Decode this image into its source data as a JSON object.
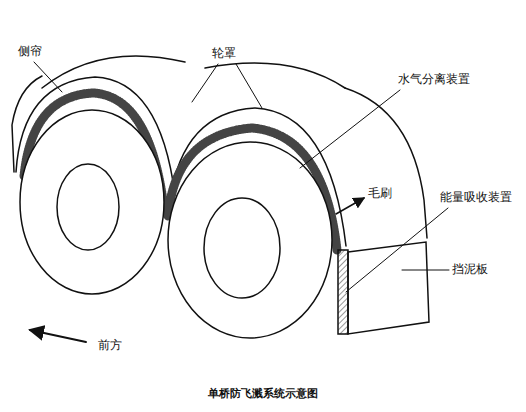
{
  "diagram": {
    "caption": "单桥防飞溅系统示意图",
    "labels": [
      "侧帘",
      "轮罩",
      "水气分离装置",
      "毛刷",
      "能量吸收装置",
      "挡泥板",
      "前方"
    ]
  }
}
